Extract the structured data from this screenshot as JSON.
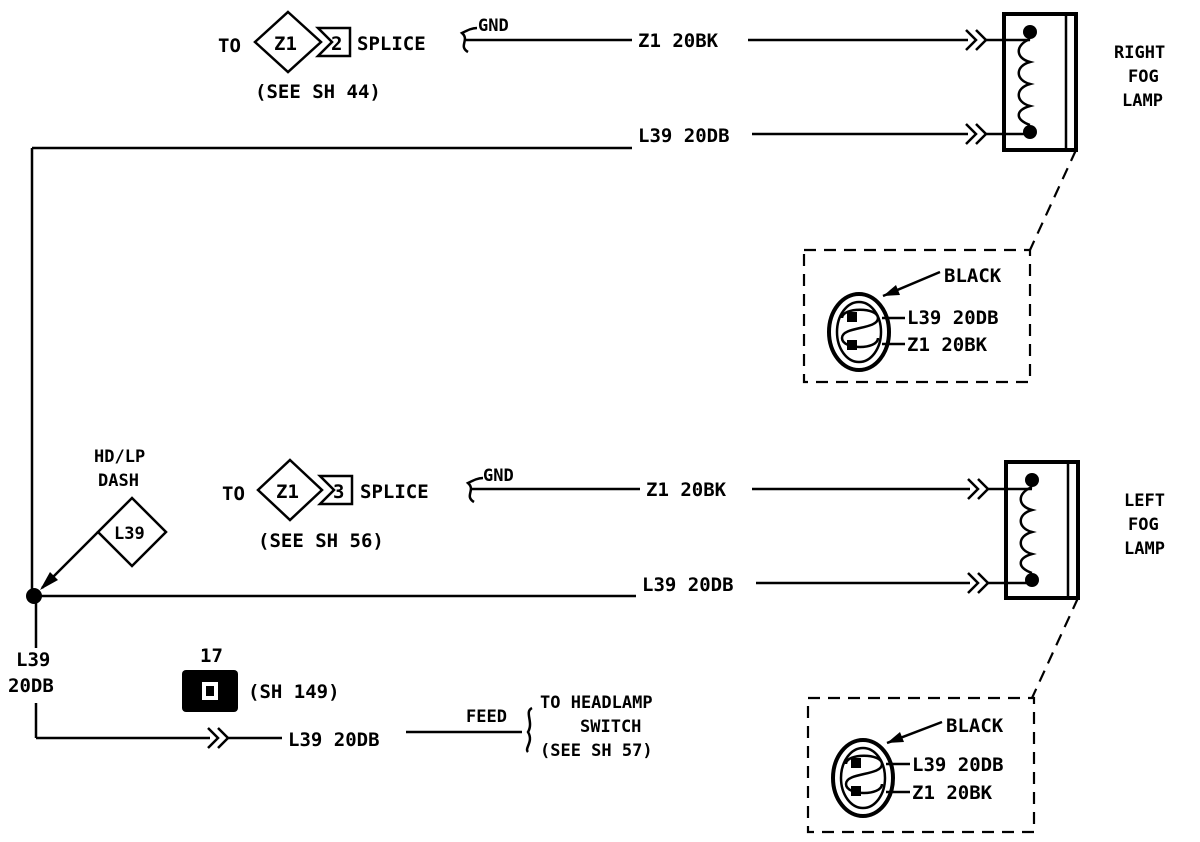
{
  "top_splice": {
    "to": "TO",
    "circuit": "Z1",
    "number": "2",
    "splice": "SPLICE",
    "see": "(SEE SH 44)",
    "gnd": "GND",
    "wire": "Z1 20BK"
  },
  "right_lamp": {
    "label_line1": "RIGHT",
    "label_line2": "FOG",
    "label_line3": "LAMP",
    "feed_wire": "L39 20DB",
    "connector": {
      "color": "BLACK",
      "pin1": "L39 20DB",
      "pin2": "Z1 20BK"
    }
  },
  "bottom_splice": {
    "to": "TO",
    "circuit": "Z1",
    "number": "3",
    "splice": "SPLICE",
    "see": "(SEE SH 56)",
    "gnd": "GND",
    "wire": "Z1 20BK"
  },
  "left_lamp": {
    "label_line1": "LEFT",
    "label_line2": "FOG",
    "label_line3": "LAMP",
    "feed_wire": "L39 20DB",
    "connector": {
      "color": "BLACK",
      "pin1": "L39 20DB",
      "pin2": "Z1 20BK"
    }
  },
  "junction": {
    "line1": "HD/LP",
    "line2": "DASH",
    "circuit": "L39"
  },
  "main_wire": {
    "line1": "L39",
    "line2": "20DB"
  },
  "connector_17": {
    "number": "17",
    "ref": "(SH 149)"
  },
  "headlamp_feed": {
    "wire": "L39 20DB",
    "feed": "FEED",
    "to_line1": "TO HEADLAMP",
    "to_line2": "SWITCH",
    "to_line3": "(SEE SH 57)"
  }
}
